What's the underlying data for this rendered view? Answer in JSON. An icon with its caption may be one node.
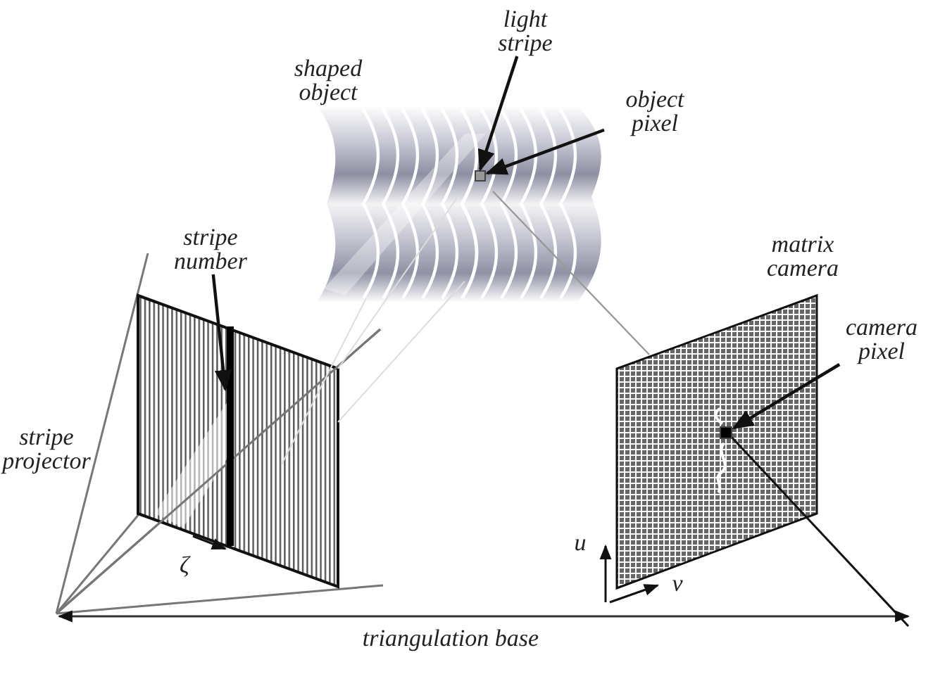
{
  "diagram": {
    "nodes": [
      {
        "text": [
          "light stripe"
        ]
      },
      {
        "text": [
          "object pixel"
        ]
      },
      {
        "text": [
          "stripe number"
        ]
      },
      {
        "text": [
          "camera pixel"
        ]
      },
      {
        "text": [],
        "shape": "line"
      },
      {
        "text": [],
        "shape": "box"
      },
      {
        "text": [],
        "shape": "bar"
      },
      {
        "text": [],
        "shape": "box"
      }
    ],
    "edges": [
      {
        "from": 0,
        "to": 4,
        "arrow": "to"
      },
      {
        "from": 1,
        "to": 5,
        "arrow": "to"
      },
      {
        "from": 2,
        "to": 6,
        "arrow": "to"
      },
      {
        "from": 3,
        "to": 7,
        "arrow": "to"
      }
    ],
    "labels": [
      "shaped object",
      "matrix camera",
      "stripe projector",
      "ζ",
      "u",
      "v",
      "triangulation base"
    ]
  }
}
